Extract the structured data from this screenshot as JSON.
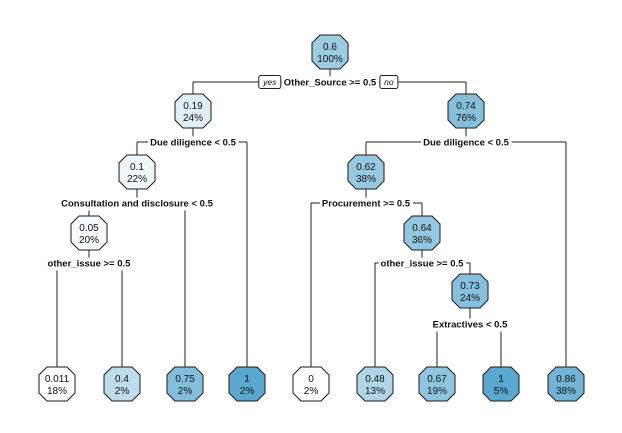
{
  "tree": {
    "yes_label": "yes",
    "no_label": "no",
    "colors": {
      "low": "#ffffff",
      "high": "#5aa8cf",
      "border": "#1a1a1a"
    },
    "nodes": [
      {
        "id": "n1",
        "value": "0.6",
        "pct": "100%",
        "level": 0.6
      },
      {
        "id": "n2",
        "value": "0.19",
        "pct": "24%",
        "level": 0.19
      },
      {
        "id": "n3",
        "value": "0.74",
        "pct": "76%",
        "level": 0.74
      },
      {
        "id": "n4",
        "value": "0.1",
        "pct": "22%",
        "level": 0.1
      },
      {
        "id": "n5",
        "value": "0.62",
        "pct": "38%",
        "level": 0.62
      },
      {
        "id": "n6",
        "value": "0.05",
        "pct": "20%",
        "level": 0.05
      },
      {
        "id": "n7",
        "value": "0.64",
        "pct": "36%",
        "level": 0.64
      },
      {
        "id": "n8",
        "value": "0.73",
        "pct": "24%",
        "level": 0.73
      },
      {
        "id": "l1",
        "value": "0.011",
        "pct": "18%",
        "level": 0.011
      },
      {
        "id": "l2",
        "value": "0.4",
        "pct": "2%",
        "level": 0.4
      },
      {
        "id": "l3",
        "value": "0.75",
        "pct": "2%",
        "level": 0.75
      },
      {
        "id": "l4",
        "value": "1",
        "pct": "2%",
        "level": 1.0
      },
      {
        "id": "l5",
        "value": "0",
        "pct": "2%",
        "level": 0.0
      },
      {
        "id": "l6",
        "value": "0.48",
        "pct": "13%",
        "level": 0.48
      },
      {
        "id": "l7",
        "value": "0.67",
        "pct": "19%",
        "level": 0.67
      },
      {
        "id": "l8",
        "value": "1",
        "pct": "5%",
        "level": 1.0
      },
      {
        "id": "l9",
        "value": "0.86",
        "pct": "38%",
        "level": 0.86
      }
    ],
    "splits": [
      {
        "id": "s1",
        "label": "Other_Source >= 0.5"
      },
      {
        "id": "s2",
        "label": "Due diligence < 0.5"
      },
      {
        "id": "s3",
        "label": "Due diligence < 0.5"
      },
      {
        "id": "s4",
        "label": "Consultation and disclosure < 0.5"
      },
      {
        "id": "s5",
        "label": "Procurement >= 0.5"
      },
      {
        "id": "s6",
        "label": "other_issue >= 0.5"
      },
      {
        "id": "s7",
        "label": "other_issue >= 0.5"
      },
      {
        "id": "s8",
        "label": "Extractives < 0.5"
      }
    ]
  }
}
